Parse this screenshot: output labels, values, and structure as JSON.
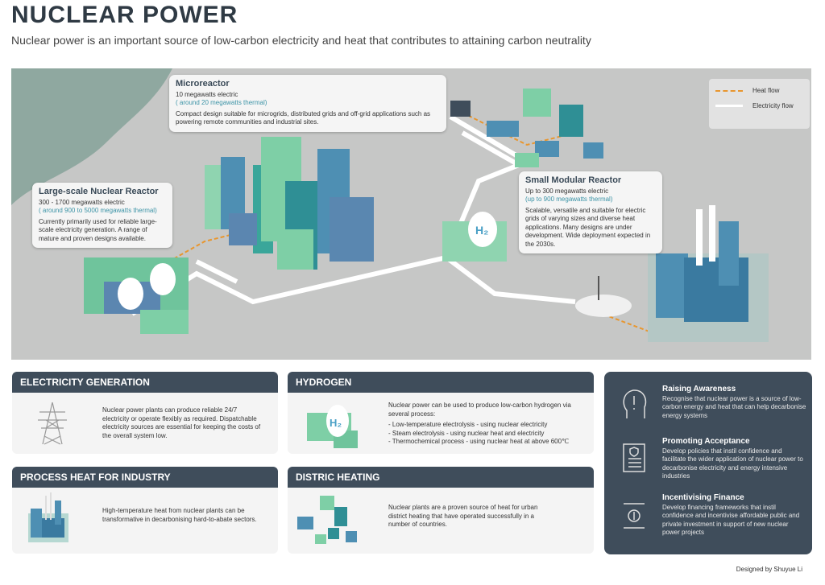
{
  "header": {
    "title": "NUCLEAR POWER",
    "subtitle": "Nuclear power is an important source of low-carbon electricity and heat that contributes to attaining carbon neutrality"
  },
  "legend": {
    "heat": "Heat flow",
    "electricity": "Electricity flow",
    "heat_color": "#e8962e",
    "electricity_color": "#ffffff"
  },
  "callouts": {
    "microreactor": {
      "title": "Microreactor",
      "electric": "10 megawatts electric",
      "thermal": "( around 20 megawatts thermal)",
      "desc": "Compact design suitable for microgrids, distributed grids and off-grid applications such as powering remote communities and industrial sites."
    },
    "large": {
      "title": "Large-scale Nuclear Reactor",
      "electric": "300 - 1700 megawatts electric",
      "thermal": "( around 900 to 5000 megawatts thermal)",
      "desc": "Currently primarily used for reliable large-scale electricity generation. A range of mature and proven designs available."
    },
    "smr": {
      "title": "Small Modular Reactor",
      "electric": "Up to 300 megawatts electric",
      "thermal": "(up to 900 megawatts thermal)",
      "desc": "Scalable, versatile and suitable for electric grids of varying sizes and diverse heat applications. Many designs are under development. Wide deployment expected in the 2030s."
    }
  },
  "map_labels": {
    "h2": "H₂"
  },
  "cards": {
    "electricity": {
      "title": "ELECTRICITY GENERATION",
      "text": "Nuclear power plants can produce reliable 24/7 electricity or operate flexibly as required. Dispatchable electricity sources are essential for keeping the costs of the overall system low."
    },
    "hydrogen": {
      "title": "HYDROGEN",
      "intro": "Nuclear power can be used to produce low-carbon hydrogen via several process:",
      "items": [
        "- Low-temperature electrolysis - using nuclear electricity",
        "- Steam electrolysis - using nuclear heat and electricity",
        "- Thermochemical process - using nuclear heat at above 600℃"
      ],
      "icon_label": "H₂"
    },
    "process_heat": {
      "title": "PROCESS HEAT FOR INDUSTRY",
      "text": "High-temperature heat from nuclear plants can be transformative in decarbonising hard-to-abate sectors."
    },
    "district": {
      "title": "DISTRIC HEATING",
      "text": "Nuclear plants are a proven source of heat for urban district heating that have operated successfully in a number of countries."
    }
  },
  "policy": [
    {
      "title": "Raising Awareness",
      "text": "Recognise that nuclear power is a source of low-carbon energy and heat that can help decarbonise energy systems"
    },
    {
      "title": "Promoting Acceptance",
      "text": "Develop policies that instil confidence and facilitate the wider application of nuclear power to decarbonise electricity and energy intensive industries"
    },
    {
      "title": "Incentivising Finance",
      "text": "Develop financing frameworks that instil confidence and incentivise affordable public and private investment in support of new nuclear power projects"
    }
  ],
  "credit": "Designed by Shuyue Li"
}
